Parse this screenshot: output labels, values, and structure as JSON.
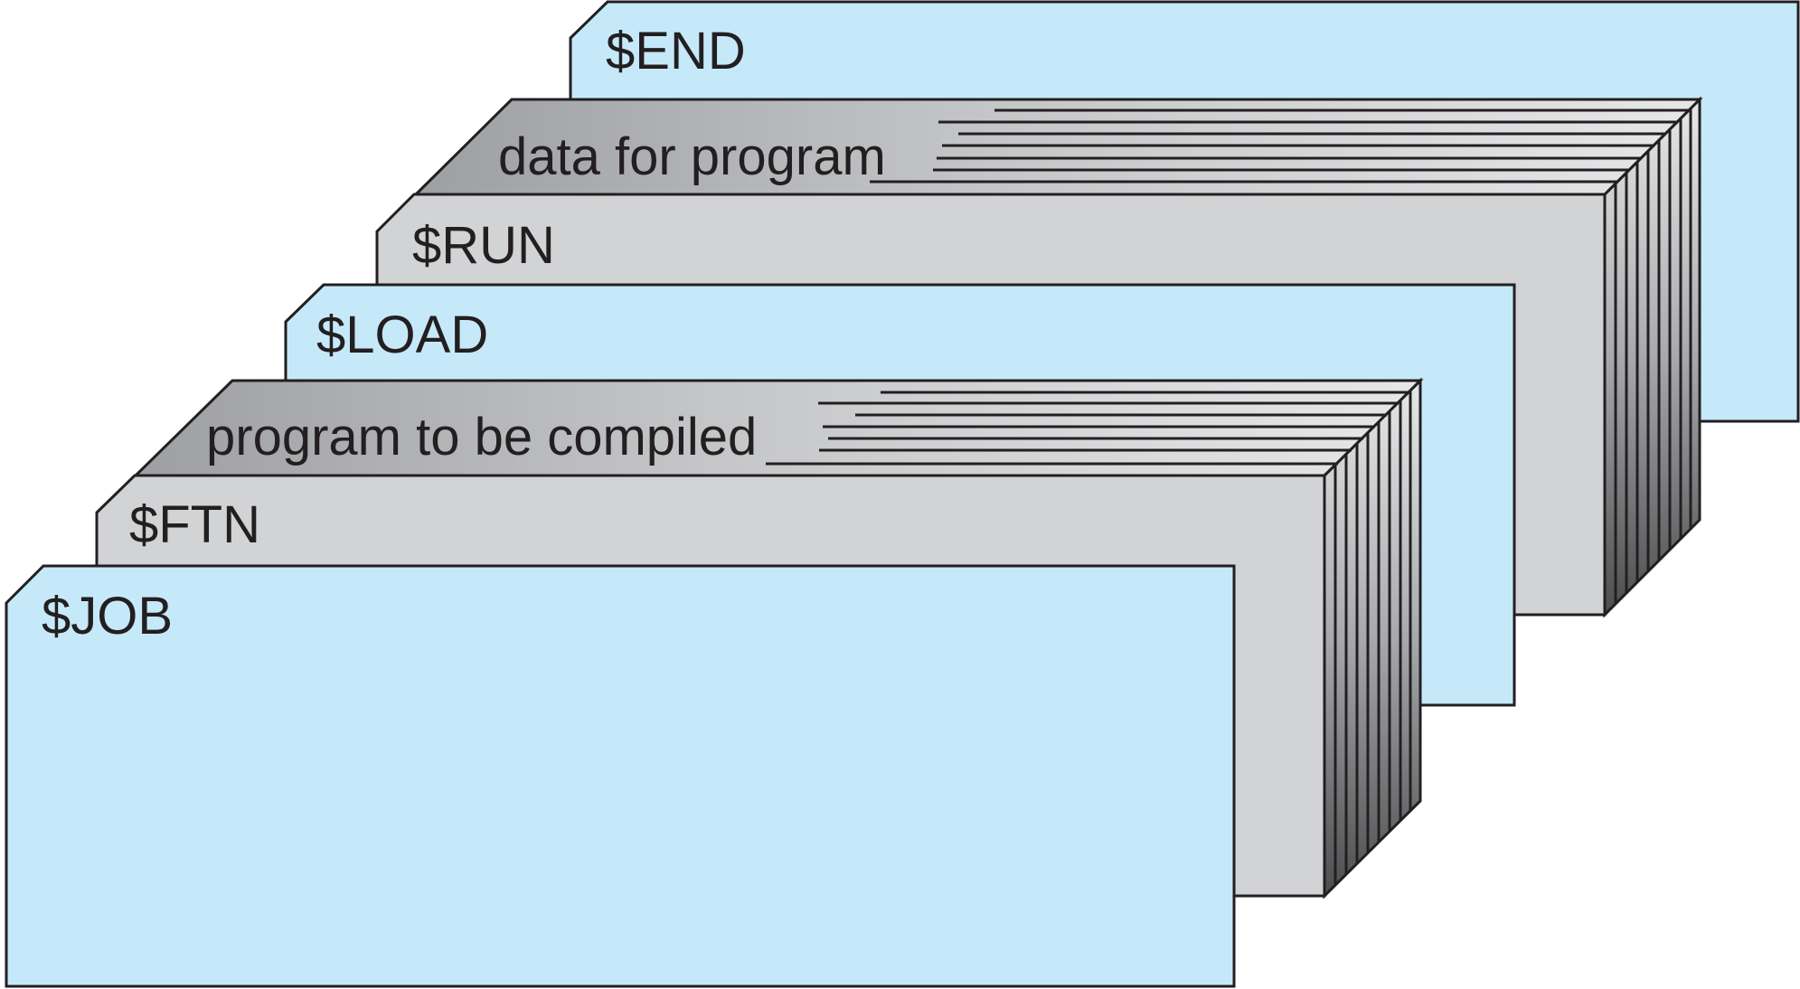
{
  "colors": {
    "control_card": "#c6e9fa",
    "deck_front": "#d1d3d4",
    "deck_top_dark": "#9d9fa2",
    "deck_top_light": "#e6e7e8",
    "deck_side_dark": "#4d4d4f",
    "deck_side_light": "#e6e7e8",
    "outline": "#231f20"
  },
  "cards": {
    "end": {
      "label": "$END"
    },
    "data_deck": {
      "label": "data for program"
    },
    "run": {
      "label": "$RUN"
    },
    "load": {
      "label": "$LOAD"
    },
    "program_deck": {
      "label": "program to be compiled"
    },
    "ftn": {
      "label": "$FTN"
    },
    "job": {
      "label": "$JOB"
    }
  }
}
